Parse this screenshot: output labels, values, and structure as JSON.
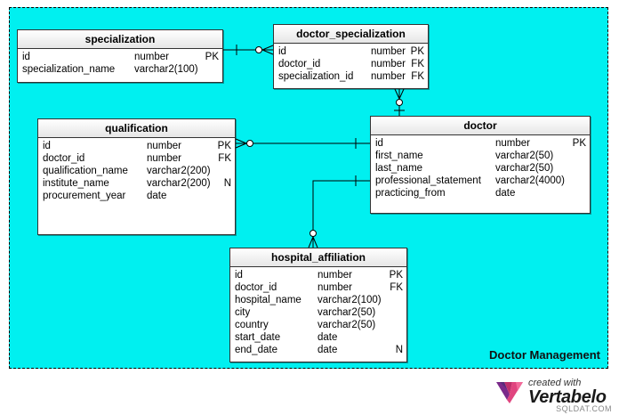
{
  "area": {
    "label": "Doctor Management"
  },
  "tables": {
    "specialization": {
      "name": "specialization",
      "columns": [
        {
          "name": "id",
          "type": "number",
          "key": "PK"
        },
        {
          "name": "specialization_name",
          "type": "varchar2(100)",
          "key": ""
        }
      ]
    },
    "doctor_specialization": {
      "name": "doctor_specialization",
      "columns": [
        {
          "name": "id",
          "type": "number",
          "key": "PK"
        },
        {
          "name": "doctor_id",
          "type": "number",
          "key": "FK"
        },
        {
          "name": "specialization_id",
          "type": "number",
          "key": "FK"
        }
      ]
    },
    "qualification": {
      "name": "qualification",
      "columns": [
        {
          "name": "id",
          "type": "number",
          "key": "PK"
        },
        {
          "name": "doctor_id",
          "type": "number",
          "key": "FK"
        },
        {
          "name": "qualification_name",
          "type": "varchar2(200)",
          "key": ""
        },
        {
          "name": "institute_name",
          "type": "varchar2(200)",
          "key": "N"
        },
        {
          "name": "procurement_year",
          "type": "date",
          "key": ""
        }
      ]
    },
    "doctor": {
      "name": "doctor",
      "columns": [
        {
          "name": "id",
          "type": "number",
          "key": "PK"
        },
        {
          "name": "first_name",
          "type": "varchar2(50)",
          "key": ""
        },
        {
          "name": "last_name",
          "type": "varchar2(50)",
          "key": ""
        },
        {
          "name": "professional_statement",
          "type": "varchar2(4000)",
          "key": ""
        },
        {
          "name": "practicing_from",
          "type": "date",
          "key": ""
        }
      ]
    },
    "hospital_affiliation": {
      "name": "hospital_affiliation",
      "columns": [
        {
          "name": "id",
          "type": "number",
          "key": "PK"
        },
        {
          "name": "doctor_id",
          "type": "number",
          "key": "FK"
        },
        {
          "name": "hospital_name",
          "type": "varchar2(100)",
          "key": ""
        },
        {
          "name": "city",
          "type": "varchar2(50)",
          "key": ""
        },
        {
          "name": "country",
          "type": "varchar2(50)",
          "key": ""
        },
        {
          "name": "start_date",
          "type": "date",
          "key": ""
        },
        {
          "name": "end_date",
          "type": "date",
          "key": "N"
        }
      ]
    }
  },
  "branding": {
    "line1": "created with",
    "line2": "Vertabelo",
    "icon": "vertabelo-logo-icon",
    "watermark": "SQLDAT.COM"
  },
  "colors": {
    "area_background": "#00f0f0",
    "table_background": "#ffffff",
    "line": "#000000"
  }
}
